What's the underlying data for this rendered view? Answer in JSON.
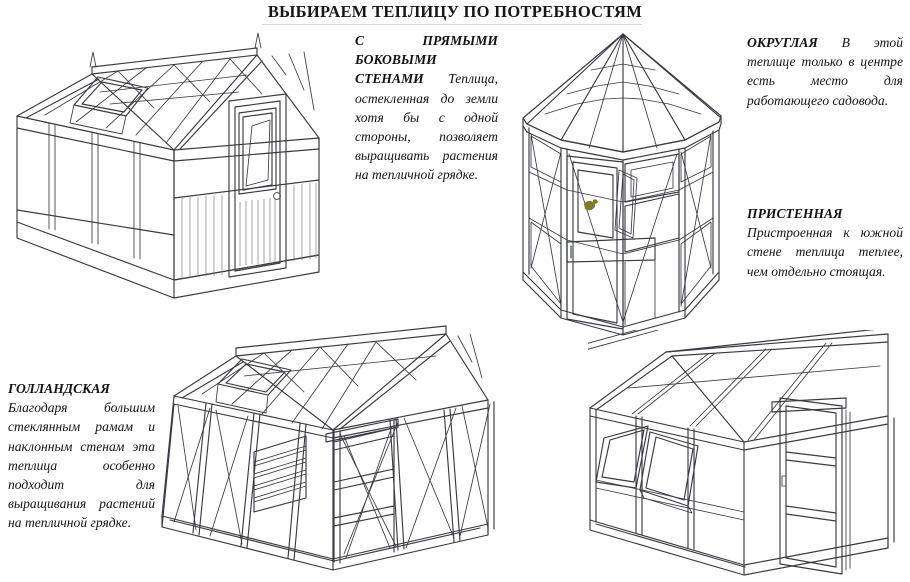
{
  "page": {
    "title": "ВЫБИРАЕМ ТЕПЛИЦУ ПО ПОТРЕБНОСТЯМ",
    "background_color": "#fefefe",
    "line_color": "#3a3a46",
    "text_color": "#141414",
    "accent_smudge_color": "#7a7c28"
  },
  "blocks": {
    "straight_walls": {
      "lead": "С ПРЯМЫМИ БОКОВЫМИ СТЕНАМИ ",
      "body": "Теплица, остекленная до земли хотя бы с одной стороны, позволяет выращивать растения на тепличной грядке."
    },
    "round": {
      "lead": "ОКРУГЛАЯ ",
      "body": "В этой теплице только в центре есть место для работающего садовода."
    },
    "lean_to": {
      "lead": "ПРИСТЕННАЯ ",
      "body": "Пристроенная к южной стене теплица теплее, чем отдельно стоящая."
    },
    "dutch": {
      "lead": "ГОЛЛАНДСКАЯ ",
      "body": "Благодаря большим стеклянным рамам и наклонным стенам эта теплица особенно подходит для выращивания растений на тепличной грядке."
    }
  },
  "figures": {
    "straight_walls_greenhouse": {
      "name": "gable-roof greenhouse with straight glazed side walls, hinged door with knob and roof vents"
    },
    "round_greenhouse": {
      "name": "octagonal greenhouse with conical glazed roof and central door"
    },
    "dutch_greenhouse": {
      "name": "dutch-style greenhouse frame with sloping walls, louvered vent and door frame"
    },
    "lean_to_greenhouse": {
      "name": "lean-to greenhouse with single-slope roof, open side vents and end door"
    }
  }
}
